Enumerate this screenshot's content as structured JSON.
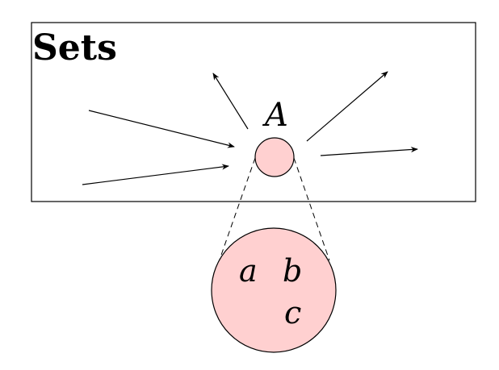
{
  "diagram": {
    "box_title": "Sets",
    "object_label": "A",
    "elements": [
      "a",
      "b",
      "c"
    ],
    "colors": {
      "stroke": "#000000",
      "object_fill": "#ffd0d0",
      "background": "#ffffff"
    }
  }
}
